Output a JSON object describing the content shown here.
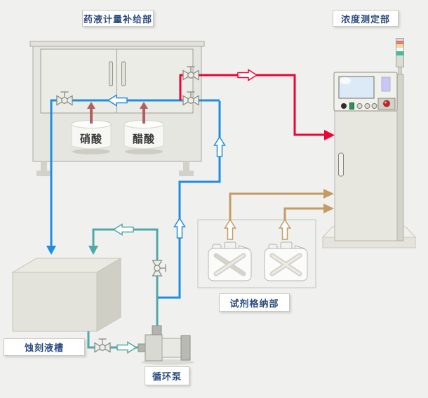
{
  "labels": {
    "chemical-supply": "药液计量补给部",
    "concentration": "浓度测定部",
    "reagent-storage": "试剂格纳部",
    "etching-tank": "蚀刻液槽",
    "circulation-pump": "循环泵"
  },
  "containers": {
    "nitric-acid": "硝酸",
    "acetic-acid": "醋酸"
  },
  "tower-lights": [
    "red",
    "yellow",
    "white",
    "green"
  ],
  "colors": {
    "bg": "#f0f0ee",
    "label-text": "#2b4a80",
    "pipe-blue": "#1e8ee4",
    "pipe-red": "#ef0235",
    "pipe-teal": "#4fa8aa",
    "pipe-brown": "#c69a64",
    "arrow-rose": "#b25f5f",
    "tower-red": "#e87878",
    "tower-yellow": "#e8df9e",
    "tower-white": "#f8f8f4",
    "tower-green": "#43bda1",
    "screen-blue": "#dceaf8",
    "panel-lavender": "#c7c7f1",
    "button-red": "#b82828",
    "button-green": "#2f9153"
  }
}
